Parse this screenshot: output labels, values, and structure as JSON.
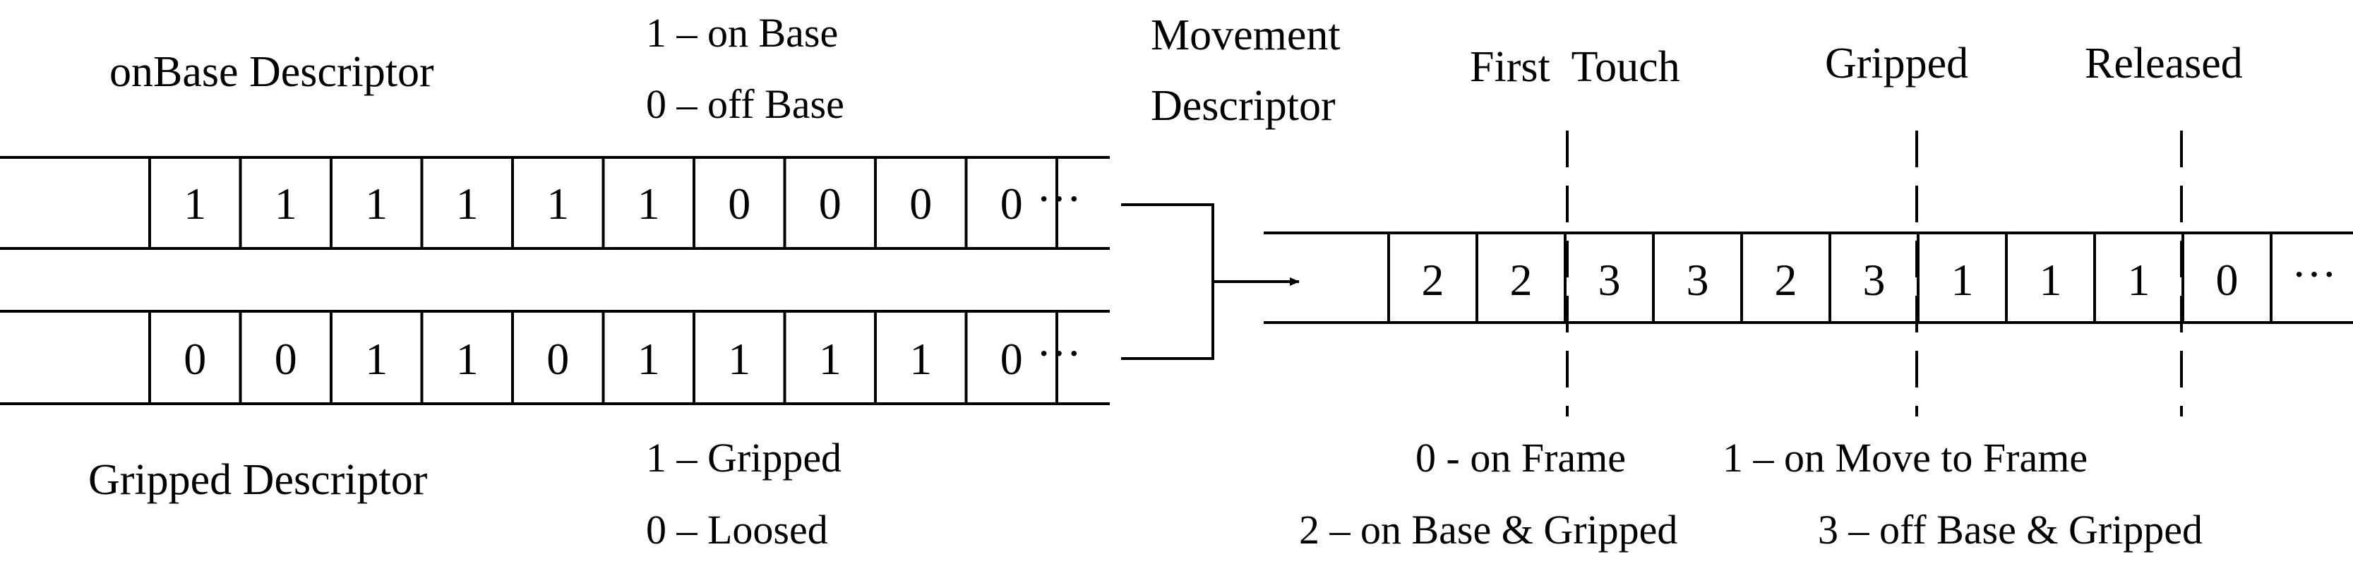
{
  "onbase": {
    "title": "onBase Descriptor",
    "legend_1": "1 – on Base",
    "legend_0": "0 – off Base",
    "cells": [
      "1",
      "1",
      "1",
      "1",
      "1",
      "1",
      "0",
      "0",
      "0",
      "0"
    ],
    "ellipsis": "···"
  },
  "gripped": {
    "title": "Gripped Descriptor",
    "legend_1": "1 – Gripped",
    "legend_0": "0 – Loosed",
    "cells": [
      "0",
      "0",
      "1",
      "1",
      "0",
      "1",
      "1",
      "1",
      "1",
      "0"
    ],
    "ellipsis": "···"
  },
  "movement": {
    "title_line1": "Movement",
    "title_line2": "Descriptor",
    "cells": [
      "2",
      "2",
      "3",
      "3",
      "2",
      "3",
      "1",
      "1",
      "1",
      "0"
    ],
    "ellipsis": "···",
    "events": {
      "first_touch": "First  Touch",
      "gripped": "Gripped",
      "released": "Released"
    },
    "legend": {
      "line1_a": "0 - on Frame",
      "line1_b": "1 – on Move to Frame",
      "line2_a": "2 – on Base & Gripped",
      "line2_b": "3 – off Base & Gripped"
    }
  }
}
